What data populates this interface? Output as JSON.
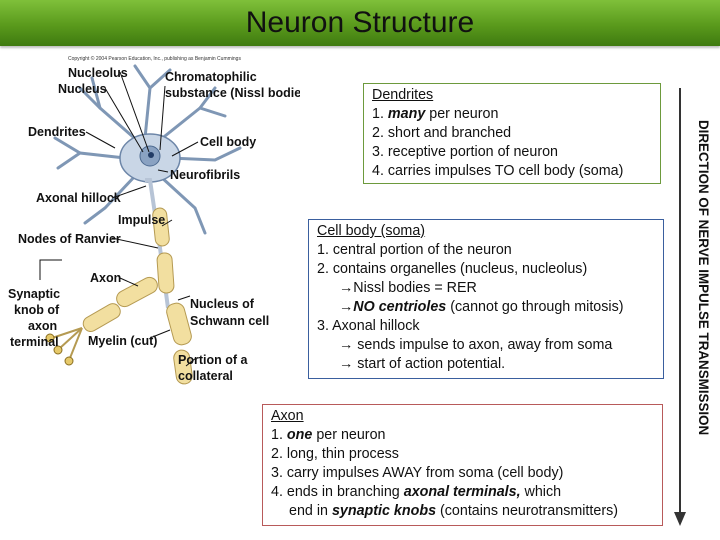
{
  "title": "Neuron Structure",
  "side_label": "DIRECTION OF NERVE IMPULSE TRANSMISSION",
  "diagram": {
    "copyright": "Copyright © 2004 Pearson Education, Inc., publishing as Benjamin Cummings",
    "labels": {
      "nucleolus": "Nucleolus",
      "nucleus": "Nucleus",
      "chromatophilic_1": "Chromatophilic",
      "chromatophilic_2": "substance (Nissl bodies)",
      "dendrites": "Dendrites",
      "cell_body": "Cell body",
      "neurofibrils": "Neurofibrils",
      "axonal_hillock": "Axonal hillock",
      "impulse": "Impulse",
      "nodes_of_ranvier": "Nodes of Ranvier",
      "axon": "Axon",
      "synaptic_1": "Synaptic",
      "synaptic_2": "knob of",
      "synaptic_3": "axon",
      "synaptic_4": "terminal",
      "nucleus_of_1": "Nucleus of",
      "nucleus_of_2": "Schwann cell",
      "myelin": "Myelin (cut)",
      "portion_1": "Portion of a",
      "portion_2": "collateral"
    }
  },
  "dendrites_box": {
    "heading": "Dendrites",
    "items": [
      {
        "num": "1.",
        "em": "many",
        "rest": " per neuron"
      },
      {
        "text": "2. short and branched"
      },
      {
        "text": "3. receptive portion of neuron"
      },
      {
        "text": "4. carries impulses TO cell body (soma)"
      }
    ]
  },
  "cell_box": {
    "heading": "Cell body (soma)",
    "line1": "1. central portion of the neuron",
    "line2": "2. contains organelles (nucleus, nucleolus)",
    "line3": "→Nissl bodies = RER",
    "line4_em": "→NO centrioles",
    "line4_rest": " (cannot go through mitosis)",
    "line5": "3. Axonal hillock",
    "line6": "→ sends impulse to axon, away from soma",
    "line7": "→ start of action potential."
  },
  "axon_box": {
    "heading": "Axon",
    "line1_num": "1.",
    "line1_em": "one",
    "line1_rest": " per neuron",
    "line2": "2. long, thin process",
    "line3": "3. carry impulses AWAY from soma (cell body)",
    "line4_pre": "4. ends in branching ",
    "line4_em": "axonal terminals,",
    "line4_rest": " which",
    "line5_pre": "end in ",
    "line5_em": "synaptic knobs",
    "line5_rest": " (contains neurotransmitters)"
  },
  "colors": {
    "title_bar": "#5a9a1c",
    "dendrites_border": "#6d9a3d",
    "cell_border": "#3a5f9e",
    "axon_border": "#b85a5a",
    "neuron_fill": "#c9d6e6",
    "myelin_fill": "#f2dfa0"
  }
}
